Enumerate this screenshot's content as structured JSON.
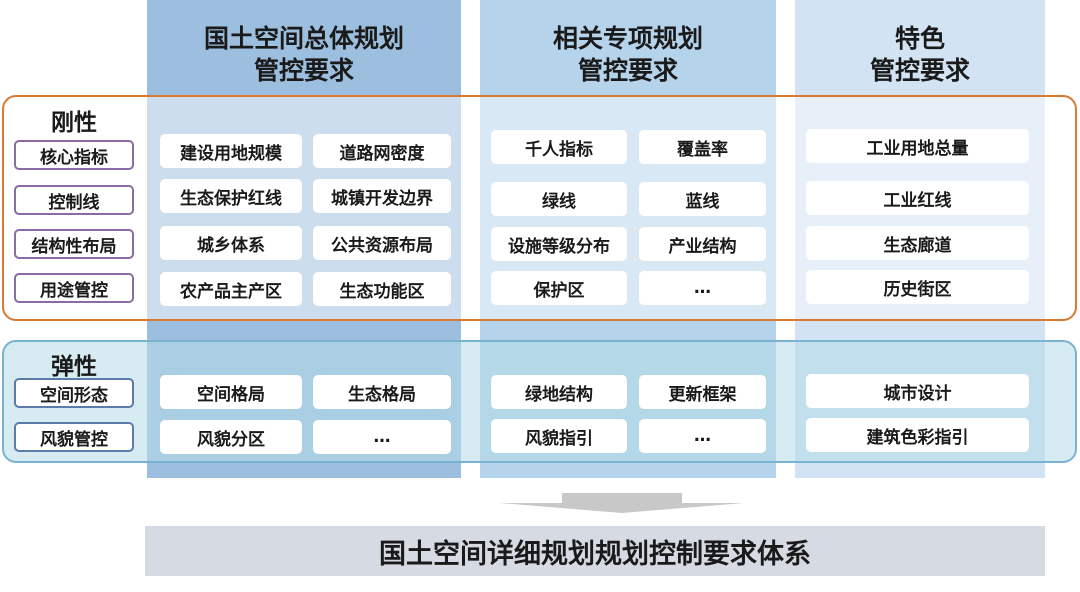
{
  "columns": [
    {
      "line1": "国土空间总体规划",
      "line2": "管控要求"
    },
    {
      "line1": "相关专项规划",
      "line2": "管控要求"
    },
    {
      "line1": "特色",
      "line2": "管控要求"
    }
  ],
  "rigid": {
    "label": "刚性",
    "rows": [
      {
        "label": "核心指标",
        "c1": [
          "建设用地规模",
          "道路网密度"
        ],
        "c2": [
          "千人指标",
          "覆盖率"
        ],
        "c3": "工业用地总量"
      },
      {
        "label": "控制线",
        "c1": [
          "生态保护红线",
          "城镇开发边界"
        ],
        "c2": [
          "绿线",
          "蓝线"
        ],
        "c3": "工业红线"
      },
      {
        "label": "结构性布局",
        "c1": [
          "城乡体系",
          "公共资源布局"
        ],
        "c2": [
          "设施等级分布",
          "产业结构"
        ],
        "c3": "生态廊道"
      },
      {
        "label": "用途管控",
        "c1": [
          "农产品主产区",
          "生态功能区"
        ],
        "c2": [
          "保护区",
          "…"
        ],
        "c3": "历史街区"
      }
    ]
  },
  "elastic": {
    "label": "弹性",
    "rows": [
      {
        "label": "空间形态",
        "c1": [
          "空间格局",
          "生态格局"
        ],
        "c2": [
          "绿地结构",
          "更新框架"
        ],
        "c3": "城市设计"
      },
      {
        "label": "风貌管控",
        "c1": [
          "风貌分区",
          "…"
        ],
        "c2": [
          "风貌指引",
          "…"
        ],
        "c3": "建筑色彩指引"
      }
    ]
  },
  "footer": "国土空间详细规划规划控制要求体系"
}
